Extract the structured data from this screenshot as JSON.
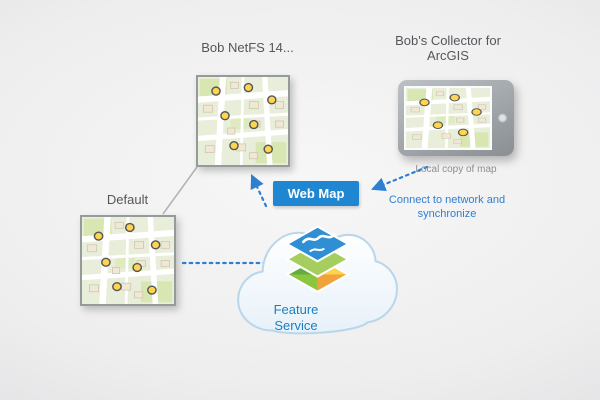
{
  "nodes": {
    "netfs_label": "Bob NetFS 14...",
    "collector_label": "Bob's Collector for ArcGIS",
    "collector_caption": "Local copy of map",
    "default_label": "Default",
    "web_map_label": "Web Map",
    "feature_service_label": "Feature Service"
  },
  "annotations": {
    "sync_note": "Connect to network and synchronize"
  },
  "colors": {
    "accent_blue": "#1f87d2",
    "arrow_blue": "#2f7fd0",
    "label_gray": "#55565a",
    "caption_gray": "#8d8e91",
    "map_background_green": "#e9eeda",
    "map_dot_yellow": "#ffd54d",
    "cloud_stroke_blue": "#b9d6ea"
  },
  "icons": {
    "feature-service-layers-icon": "stacked isometric map layers (blue/green/multicolor diamonds)",
    "map-thumbnail-icon": "street map with yellow point markers",
    "tablet-device-icon": "landscape tablet with home button",
    "cloud-icon": "cloud outline"
  }
}
